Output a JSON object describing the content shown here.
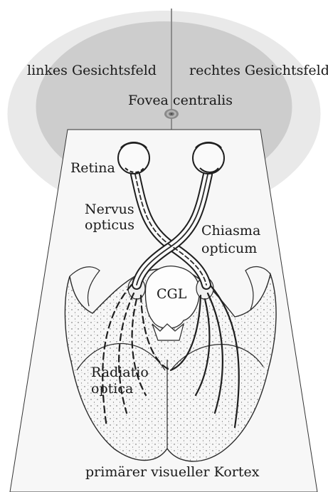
{
  "labels": {
    "left_field": "linkes Gesichtsfeld",
    "right_field": "rechtes Gesichtsfeld",
    "fovea": "Fovea centralis",
    "retina": "Retina",
    "nervus_1": "Nervus",
    "nervus_2": "opticus",
    "chiasma_1": "Chiasma",
    "chiasma_2": "opticum",
    "cgl": "CGL",
    "radiatio_1": "Radiatio",
    "radiatio_2": "optica",
    "cortex": "primärer visueller Kortex"
  },
  "colors": {
    "outer_field": "#e9e9e9",
    "inner_field": "#cdcdcd",
    "trapezoid": "#f7f7f7",
    "ink": "#2a2a2a"
  }
}
